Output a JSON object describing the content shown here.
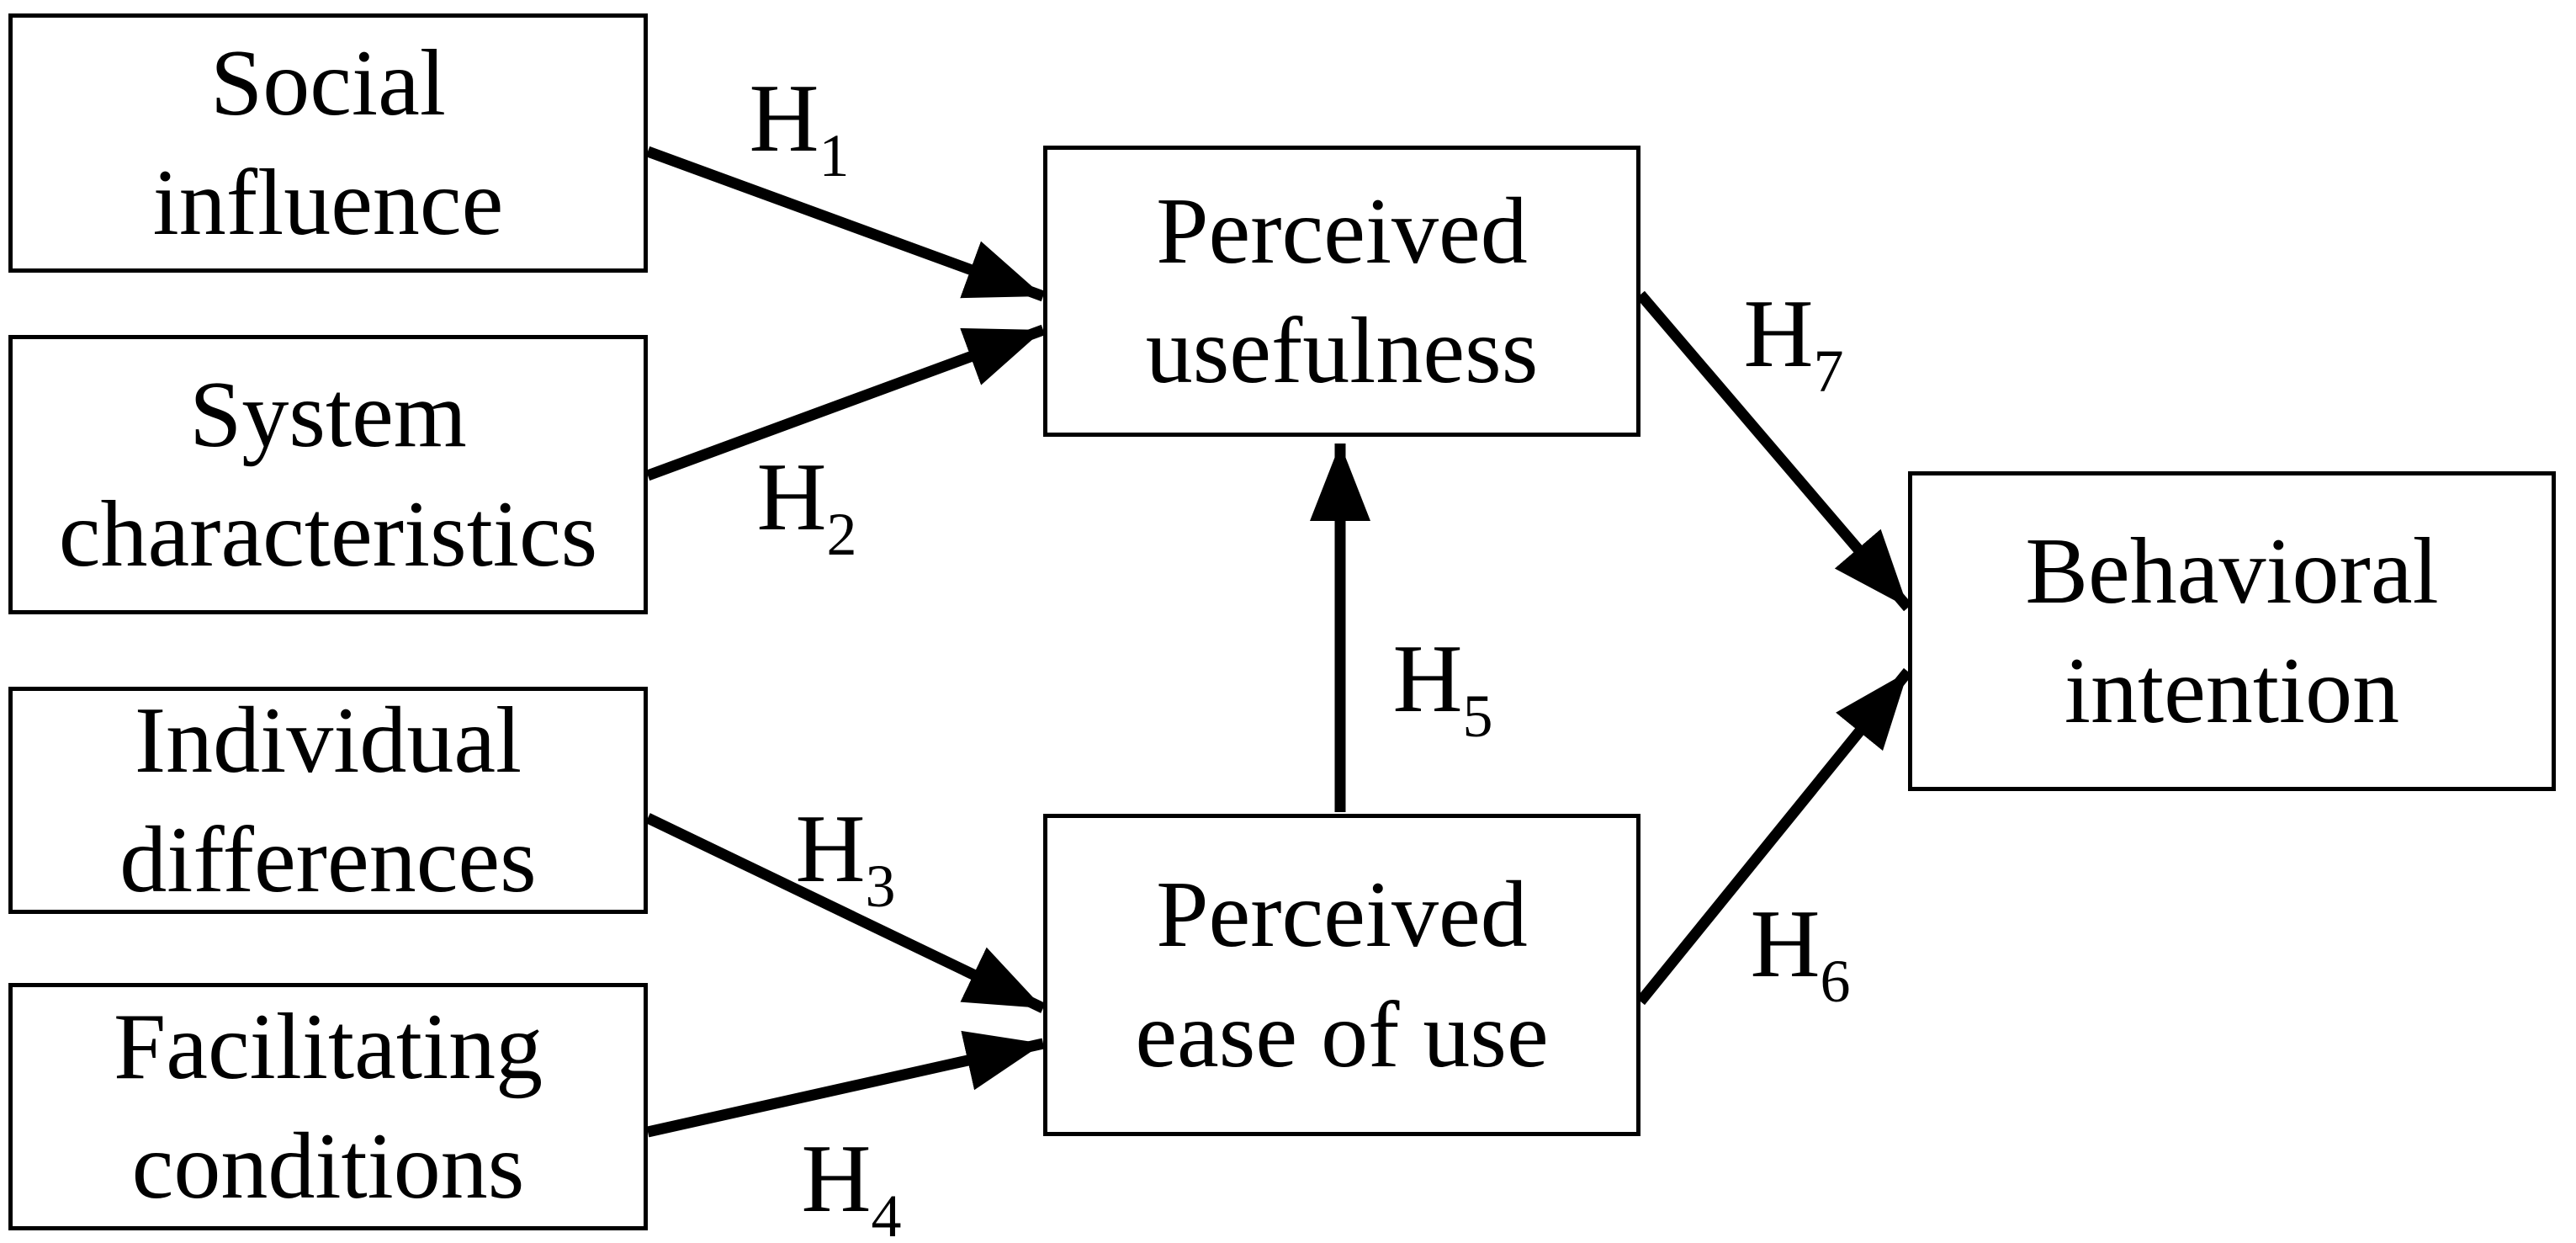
{
  "diagram": {
    "background_color": "#ffffff",
    "line_color": "#000000",
    "boxes": [
      {
        "id": "social-influence",
        "lines": [
          "Social",
          "influence"
        ]
      },
      {
        "id": "system-characteristics",
        "lines": [
          "System",
          "characteristics"
        ]
      },
      {
        "id": "individual-differences",
        "lines": [
          "Individual",
          "differences"
        ]
      },
      {
        "id": "facilitating-conditions",
        "lines": [
          "Facilitating",
          "conditions"
        ]
      },
      {
        "id": "perceived-usefulness",
        "lines": [
          "Perceived",
          "usefulness"
        ]
      },
      {
        "id": "perceived-ease-of-use",
        "lines": [
          "Perceived",
          "ease of use"
        ]
      },
      {
        "id": "behavioral-intention",
        "lines": [
          "Behavioral",
          "intention"
        ]
      }
    ],
    "hypotheses": [
      {
        "id": "h1",
        "base": "H",
        "sub": "1"
      },
      {
        "id": "h2",
        "base": "H",
        "sub": "2"
      },
      {
        "id": "h3",
        "base": "H",
        "sub": "3"
      },
      {
        "id": "h4",
        "base": "H",
        "sub": "4"
      },
      {
        "id": "h5",
        "base": "H",
        "sub": "5"
      },
      {
        "id": "h6",
        "base": "H",
        "sub": "6"
      },
      {
        "id": "h7",
        "base": "H",
        "sub": "7"
      }
    ]
  }
}
